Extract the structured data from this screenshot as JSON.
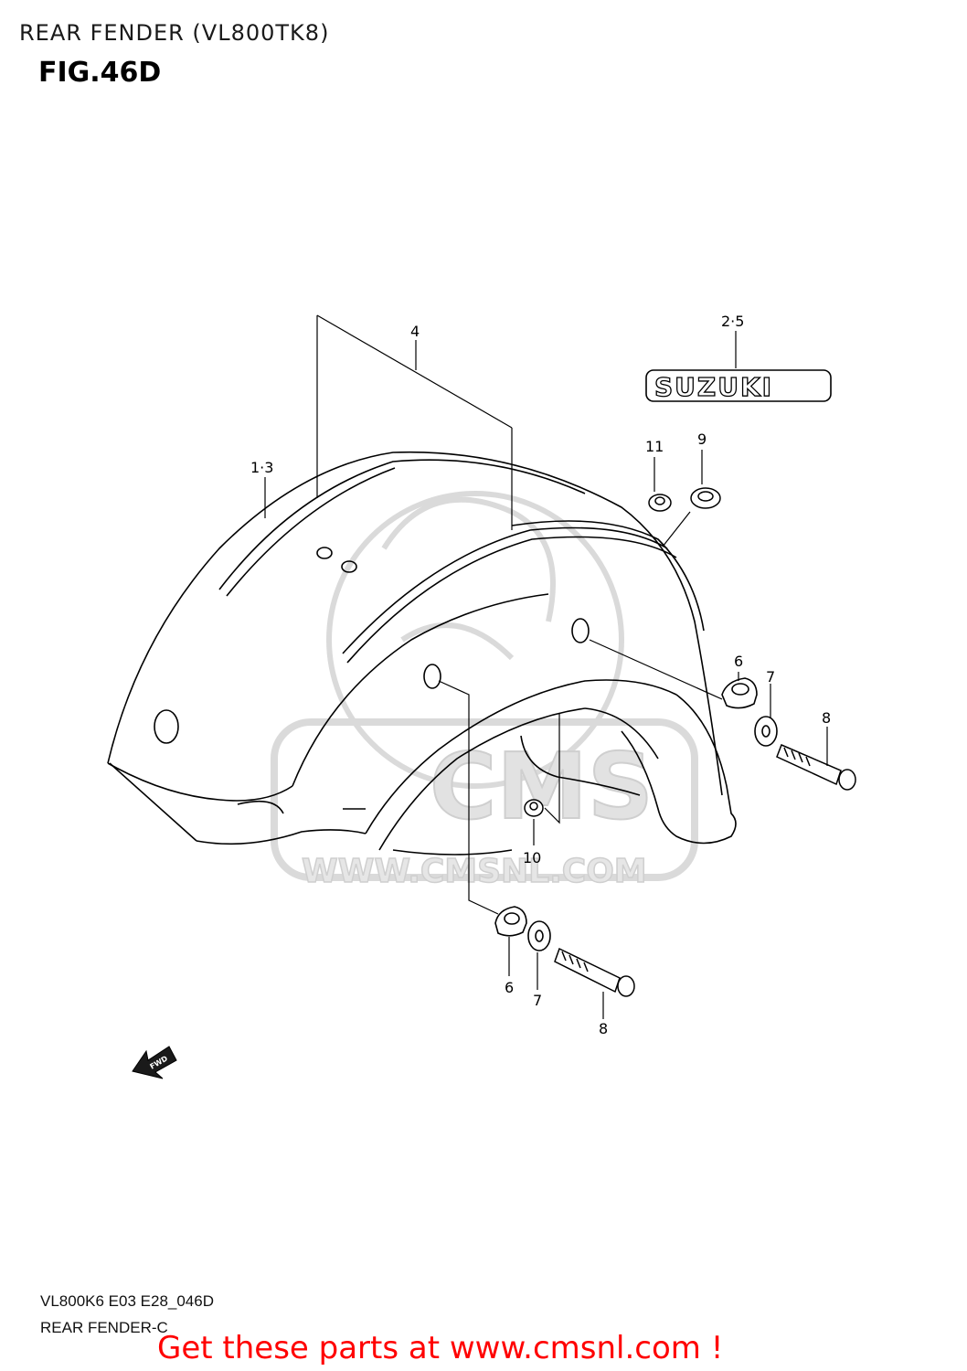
{
  "header": {
    "title": "REAR FENDER (VL800TK8)",
    "figure": "FIG.46D"
  },
  "callouts": {
    "c4": "4",
    "c25": "2·5",
    "c13": "1·3",
    "c11": "11",
    "c9": "9",
    "c6a": "6",
    "c7a": "7",
    "c8a": "8",
    "c10": "10",
    "c6b": "6",
    "c7b": "7",
    "c8b": "8"
  },
  "emblem": {
    "text": "SUZUKI"
  },
  "fwd_arrow": {
    "text": "FWD"
  },
  "watermark": {
    "brand": "CMS",
    "url": "WWW.CMSNL.COM"
  },
  "footer": {
    "code": "VL800K6 E03 E28_046D",
    "name": "REAR FENDER-C",
    "promo": "Get these parts at www.cmsnl.com !"
  },
  "colors": {
    "line": "#000000",
    "watermark": "#d8d8d8",
    "promo": "#ff0000"
  }
}
